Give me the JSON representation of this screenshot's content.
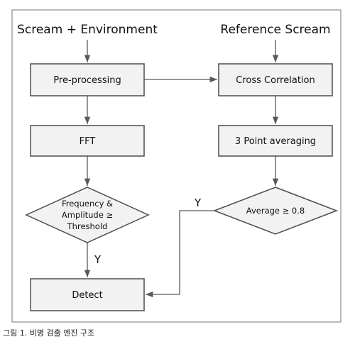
{
  "diagram": {
    "inputs": {
      "left": "Scream  + Environment",
      "right": "Reference  Scream"
    },
    "nodes": {
      "preprocessing": "Pre-processing",
      "fft": "FFT",
      "threshold_line1": "Frequency &",
      "threshold_line2": "Amplitude ≥",
      "threshold_line3": "Threshold",
      "cross_correlation": "Cross Correlation",
      "averaging": "3 Point averaging",
      "average_check": "Average ≥ 0.8",
      "detect": "Detect"
    },
    "edge_labels": {
      "yes_left": "Y",
      "yes_right": "Y"
    }
  },
  "caption": "그림 1. 비명 검출 엔진 구조"
}
